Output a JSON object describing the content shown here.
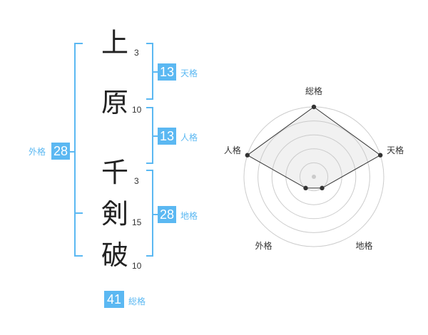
{
  "name_chars": [
    {
      "char": "上",
      "strokes": "3"
    },
    {
      "char": "原",
      "strokes": "10"
    },
    {
      "char": "千",
      "strokes": "3"
    },
    {
      "char": "剣",
      "strokes": "15"
    },
    {
      "char": "破",
      "strokes": "10"
    }
  ],
  "fortunes": {
    "tenkaku": {
      "value": "13",
      "label": "天格"
    },
    "jinkaku": {
      "value": "13",
      "label": "人格"
    },
    "chikaku": {
      "value": "28",
      "label": "地格"
    },
    "gaikaku": {
      "value": "28",
      "label": "外格"
    },
    "soukaku": {
      "value": "41",
      "label": "総格"
    }
  },
  "chart_data": {
    "type": "radar",
    "axes": [
      "総格",
      "天格",
      "地格",
      "外格",
      "人格"
    ],
    "values": [
      5,
      5,
      1,
      1,
      5
    ],
    "max": 5,
    "rings": 5,
    "colors": {
      "accent": "#5bb8f2",
      "fill": "#f0f0f0",
      "line": "#333333",
      "grid": "#cccccc"
    }
  }
}
